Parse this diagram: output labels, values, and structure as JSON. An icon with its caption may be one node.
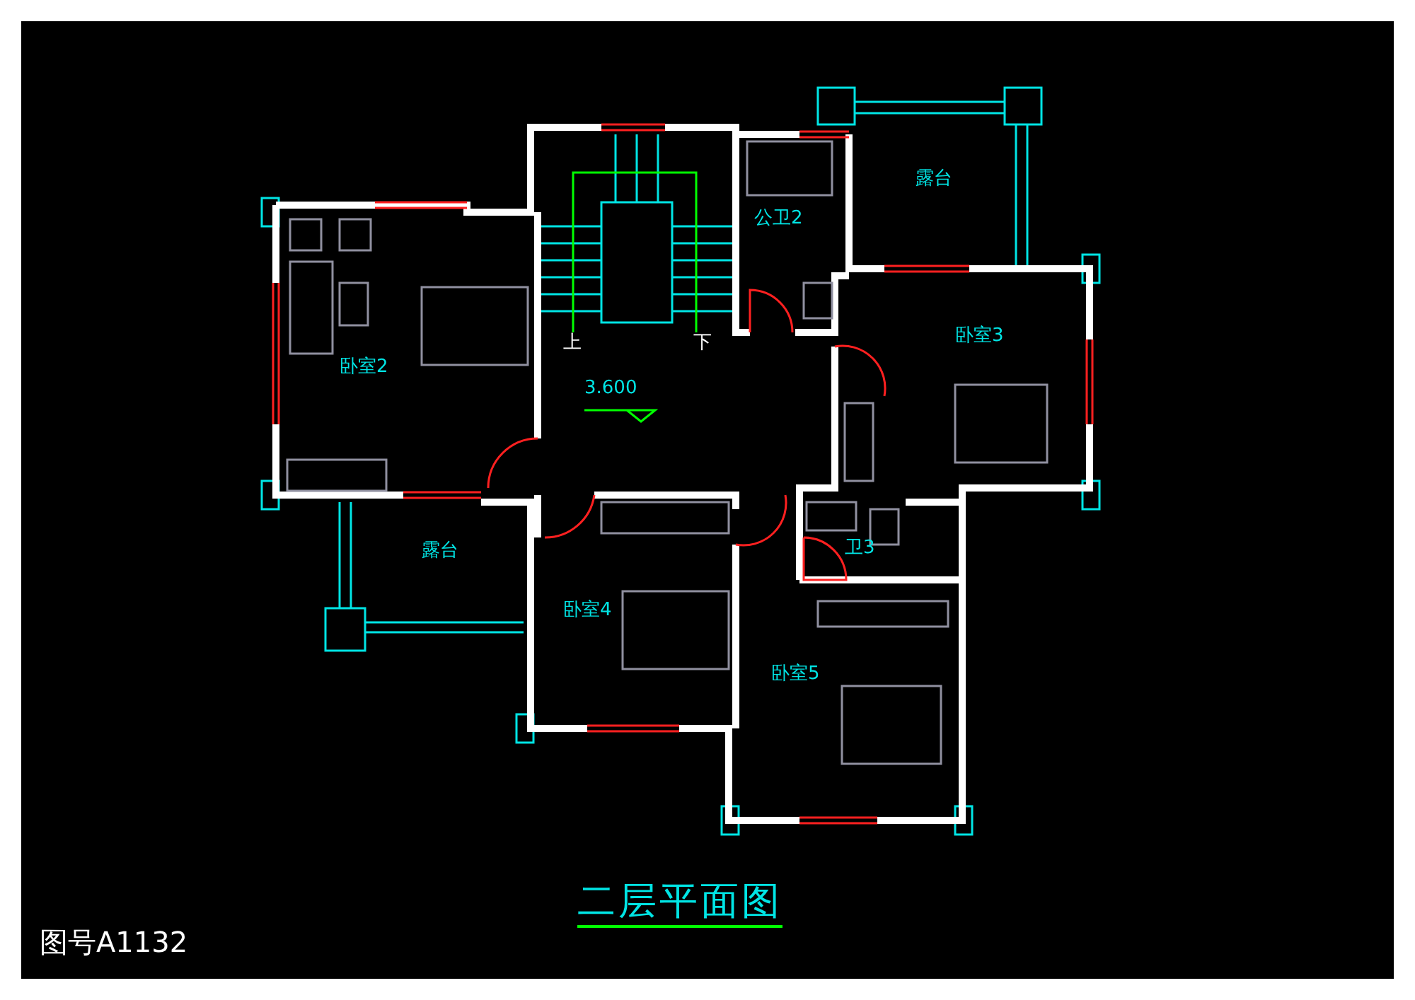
{
  "diagram": {
    "title": "二层平面图",
    "nodes": [
      {
        "text": [
          "公卫2"
        ]
      },
      {
        "text": [
          "露台"
        ]
      },
      {
        "text": [
          "卧室2"
        ]
      },
      {
        "text": [
          "卧室3"
        ]
      },
      {
        "text": [
          "露台"
        ]
      },
      {
        "text": [
          "卫3"
        ]
      },
      {
        "text": [
          "卧室4"
        ]
      },
      {
        "text": [
          "卧室5"
        ]
      }
    ],
    "labels": [
      "上",
      "下",
      "3.600",
      "图号A1132"
    ]
  }
}
